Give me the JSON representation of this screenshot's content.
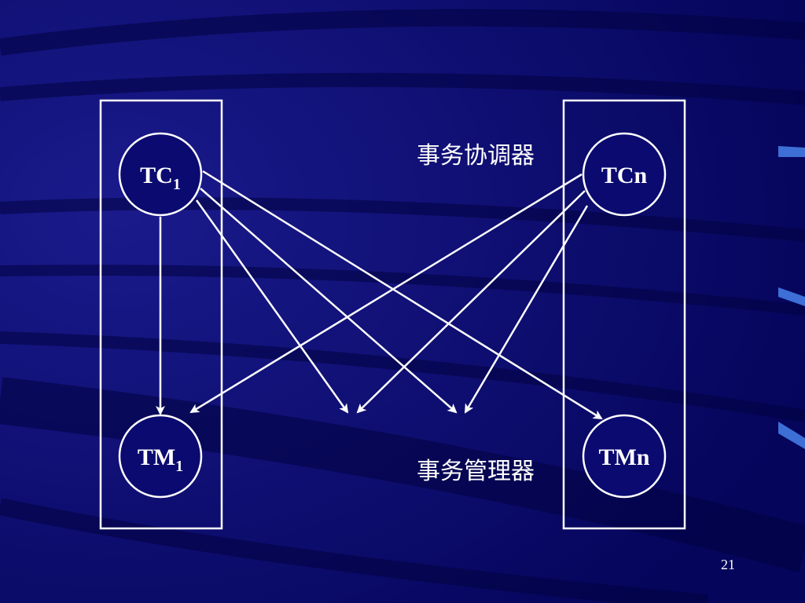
{
  "slide": {
    "page_number": "21",
    "colors": {
      "background": "#0a0a70",
      "stroke": "#ffffff",
      "accent": "#3d6fd6"
    }
  },
  "diagram": {
    "caption_coordinators": "事务协调器",
    "caption_managers": "事务管理器",
    "nodes": {
      "tc1": {
        "main": "TC",
        "sub": "1"
      },
      "tcn": {
        "main": "TCn",
        "sub": ""
      },
      "tm1": {
        "main": "TM",
        "sub": "1"
      },
      "tmn": {
        "main": "TMn",
        "sub": ""
      }
    }
  }
}
